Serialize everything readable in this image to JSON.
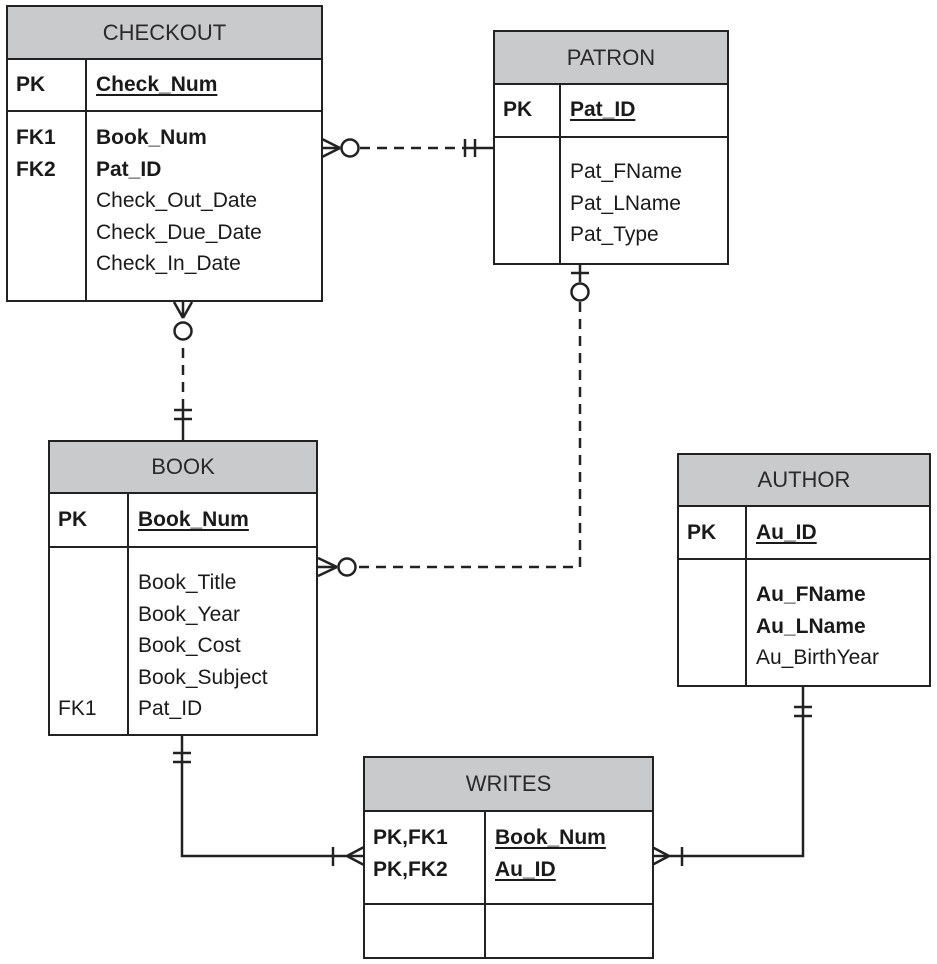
{
  "entities": {
    "checkout": {
      "name": "CHECKOUT",
      "pk_label": "PK",
      "pk_attr": "Check_Num",
      "keys": [
        "FK1",
        "FK2",
        "",
        "",
        ""
      ],
      "attrs": [
        "Book_Num",
        "Pat_ID",
        "Check_Out_Date",
        "Check_Due_Date",
        "Check_In_Date"
      ]
    },
    "patron": {
      "name": "PATRON",
      "pk_label": "PK",
      "pk_attr": "Pat_ID",
      "attrs": [
        "Pat_FName",
        "Pat_LName",
        "Pat_Type"
      ]
    },
    "book": {
      "name": "BOOK",
      "pk_label": "PK",
      "pk_attr": "Book_Num",
      "keys": [
        "",
        "",
        "",
        "",
        "FK1"
      ],
      "attrs": [
        "Book_Title",
        "Book_Year",
        "Book_Cost",
        "Book_Subject",
        "Pat_ID"
      ]
    },
    "author": {
      "name": "AUTHOR",
      "pk_label": "PK",
      "pk_attr": "Au_ID",
      "attrs": [
        "Au_FName",
        "Au_LName",
        "Au_BirthYear"
      ]
    },
    "writes": {
      "name": "WRITES",
      "pk_labels": [
        "PK,FK1",
        "PK,FK2"
      ],
      "pk_attrs": [
        "Book_Num",
        "Au_ID"
      ]
    }
  },
  "relationships": [
    {
      "from": "CHECKOUT",
      "to": "PATRON",
      "from_cardinality": "zero-or-many",
      "to_cardinality": "exactly-one",
      "style": "dashed"
    },
    {
      "from": "CHECKOUT",
      "to": "BOOK",
      "from_cardinality": "zero-or-many",
      "to_cardinality": "exactly-one",
      "style": "dashed"
    },
    {
      "from": "BOOK",
      "to": "PATRON",
      "from_cardinality": "zero-or-many",
      "to_cardinality": "zero-or-one",
      "style": "dashed"
    },
    {
      "from": "BOOK",
      "to": "WRITES",
      "from_cardinality": "exactly-one",
      "to_cardinality": "one-or-many",
      "style": "solid"
    },
    {
      "from": "AUTHOR",
      "to": "WRITES",
      "from_cardinality": "exactly-one",
      "to_cardinality": "one-or-many",
      "style": "solid"
    }
  ]
}
